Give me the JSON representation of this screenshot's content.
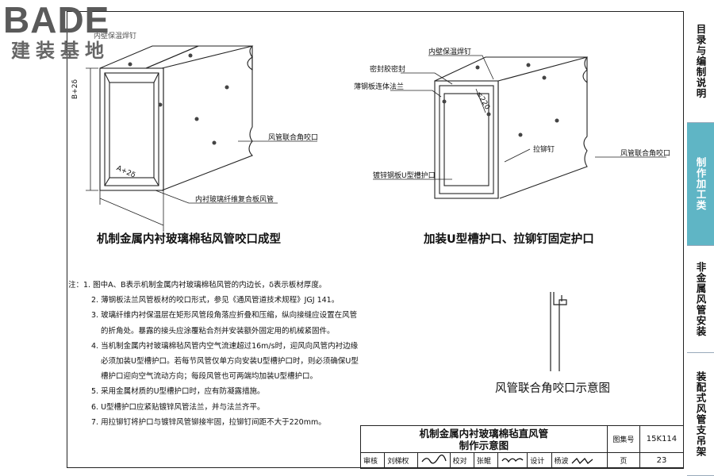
{
  "logo": {
    "brand": "BADE",
    "subtitle": "建装基地",
    "overlay": "内壁保温焊钉"
  },
  "sidebar": [
    {
      "label": "目录与编制说明",
      "active": false
    },
    {
      "label": "制作加工类",
      "active": true
    },
    {
      "label": "非金属风管安装",
      "active": false
    },
    {
      "label": "装配式风管支吊架",
      "active": false
    }
  ],
  "fig1": {
    "caption": "机制金属内衬玻璃棉毡风管咬口成型",
    "dim_b": "B+2δ",
    "dim_a": "A+2δ",
    "label_corner": "风管联合角咬口",
    "label_liner": "内衬玻璃纤维复合板风管"
  },
  "fig2": {
    "caption": "加装U型槽护口、拉铆钉固定护口",
    "label_pin": "内壁保温焊钉",
    "label_seal": "密封胶密封",
    "label_flange": "薄钢板连体法兰",
    "dim_spacing": "≤220",
    "label_rivet": "拉铆钉",
    "label_corner": "风管联合角咬口",
    "label_guard": "镀锌钢板U型槽护口"
  },
  "fig3": {
    "caption": "风管联合角咬口示意图"
  },
  "notes": {
    "prefix": "注：",
    "lines": [
      "1. 图中A、B表示机制金属内衬玻璃棉毡风管的内边长，δ表示板材厚度。",
      "2. 薄钢板法兰风管板材的咬口形式，参见《通风管道技术规程》JGJ 141。",
      "3. 玻璃纤维内衬保温层在矩形风管段角落应折叠和压缩，纵向接缝应设置在风管",
      "的折角处。暴露的接头应涂覆粘合剂并安装额外固定用的机械紧固件。",
      "4. 当机制金属内衬玻璃棉毡风管内空气流速超过16m/s时，迎风向风管内衬边缘",
      "必须加装U型槽护口。若每节风管仅单方向安装U型槽护口时，则必须确保U型",
      "槽护口迎向空气流动方向；每段风管也可两端均加装U型槽护口。",
      "5. 采用金属材质的U型槽护口时，应有防凝露措施。",
      "6. U型槽护口应紧贴镀锌风管法兰，并与法兰齐平。",
      "7. 用拉铆钉将护口与镀锌风管铆接牢固，拉铆钉间距不大于220mm。"
    ]
  },
  "title_block": {
    "title_line1": "机制金属内衬玻璃棉毡直风管",
    "title_line2": "制作示意图",
    "atlas_label": "图集号",
    "atlas_value": "15K114",
    "review_label": "审核",
    "review_name": "刘梯权",
    "check_label": "校对",
    "check_name": "张鲲",
    "design_label": "设计",
    "design_name": "杨波",
    "page_label": "页",
    "page_value": "23"
  }
}
